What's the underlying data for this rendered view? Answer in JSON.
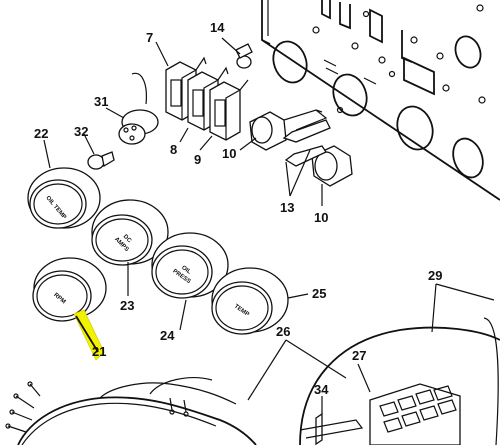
{
  "callouts": {
    "c7": "7",
    "c8": "8",
    "c9": "9",
    "c10a": "10",
    "c10b": "10",
    "c13": "13",
    "c14": "14",
    "c21": "21",
    "c22": "22",
    "c23": "23",
    "c24": "24",
    "c25": "25",
    "c26": "26",
    "c27": "27",
    "c29": "29",
    "c31": "31",
    "c32": "32",
    "c34": "34"
  },
  "gauges": {
    "oil_temp": [
      "OIL",
      "TEMP"
    ],
    "dc_amps": [
      "DC",
      "AMPS"
    ],
    "rpm": [
      "RPM"
    ],
    "oil_press": [
      "OIL",
      "PRESS"
    ],
    "temp": [
      "TEMP"
    ]
  },
  "colors": {
    "highlight": "#f2f200",
    "ink": "#111111"
  }
}
